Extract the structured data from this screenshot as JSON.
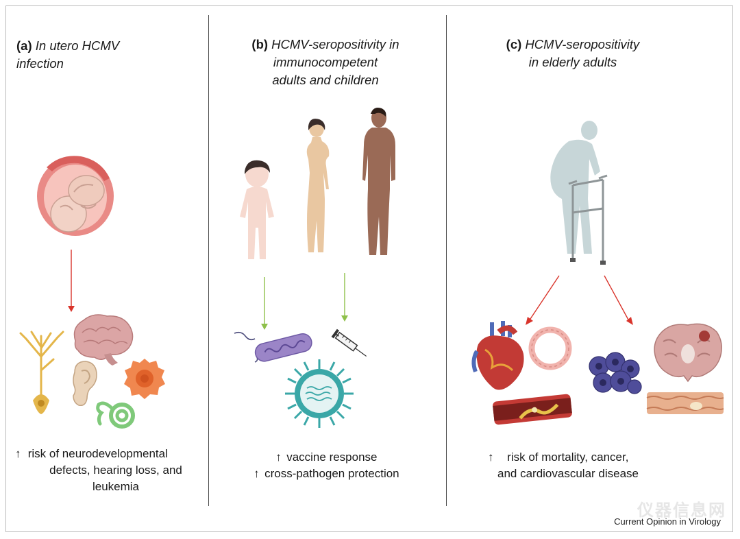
{
  "panel_a": {
    "label": "(a)",
    "title": "In utero HCMV infection",
    "caption_arrow": "↑",
    "caption_lines": [
      "risk of neurodevelopmental",
      "defects, hearing loss, and",
      "leukemia"
    ]
  },
  "panel_b": {
    "label": "(b)",
    "title_lines": [
      "HCMV-seropositivity in",
      "immunocompetent",
      "adults and children"
    ],
    "caption_arrow": "↑",
    "caption_lines": [
      "vaccine response",
      "cross-pathogen protection"
    ]
  },
  "panel_c": {
    "label": "(c)",
    "title_lines": [
      "HCMV-seropositivity",
      "in elderly adults"
    ],
    "caption_arrow": "↑",
    "caption_lines": [
      "risk of mortality, cancer,",
      "and cardiovascular disease"
    ]
  },
  "credit": "Current Opinion in Virology",
  "watermark": "仪器信息网",
  "colors": {
    "arrow_red": "#d9342b",
    "arrow_green": "#8ec04a",
    "uterus": "#e98a86",
    "fetus_skin": "#f2d2c6",
    "neuron": "#e4b64a",
    "brain": "#dba5a5",
    "cell_orange": "#f0874f",
    "cochlea": "#7fc97a",
    "bacterium": "#9b85c7",
    "virus": "#3aa7a7",
    "elderly": "#c7d6d8",
    "cancer": "#4f4d9a"
  },
  "icons": [
    "fetus-in-uterus-icon",
    "neuron-icon",
    "brain-icon",
    "ear-icon",
    "cochlea-icon",
    "cell-icon",
    "child-icon",
    "adult-female-icon",
    "adult-male-icon",
    "bacterium-icon",
    "syringe-icon",
    "virus-icon",
    "elderly-walker-icon",
    "heart-icon",
    "blood-vessel-icon",
    "cancer-cells-icon",
    "brain-section-icon",
    "artery-plaque-icon",
    "colon-section-icon"
  ]
}
